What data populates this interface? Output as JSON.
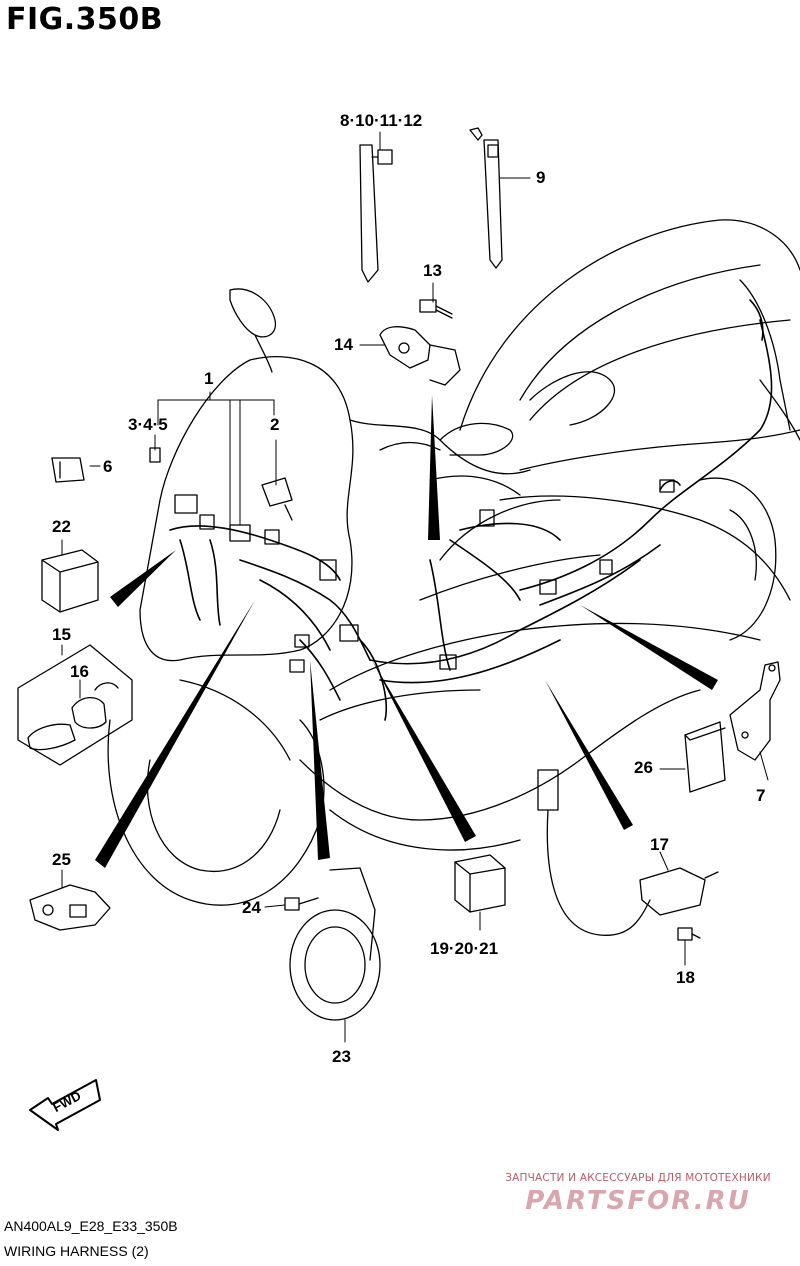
{
  "figure": {
    "title": "FIG.350B"
  },
  "callouts": {
    "c1": "1",
    "c2": "2",
    "c345": "3·4·5",
    "c6": "6",
    "c7": "7",
    "c8101112": "8·10·11·12",
    "c9": "9",
    "c13": "13",
    "c14": "14",
    "c15": "15",
    "c16": "16",
    "c17": "17",
    "c18": "18",
    "c192021": "19·20·21",
    "c22": "22",
    "c23": "23",
    "c24": "24",
    "c25": "25",
    "c26": "26"
  },
  "fwd_label": "FWD",
  "watermark": {
    "tagline": "ЗАПЧАСТИ И АКСЕССУАРЫ ДЛЯ МОТОТЕХНИКИ",
    "logo": "PARTSFOR.RU"
  },
  "footer": {
    "code": "AN400AL9_E28_E33_350B",
    "name": "WIRING HARNESS (2)"
  }
}
